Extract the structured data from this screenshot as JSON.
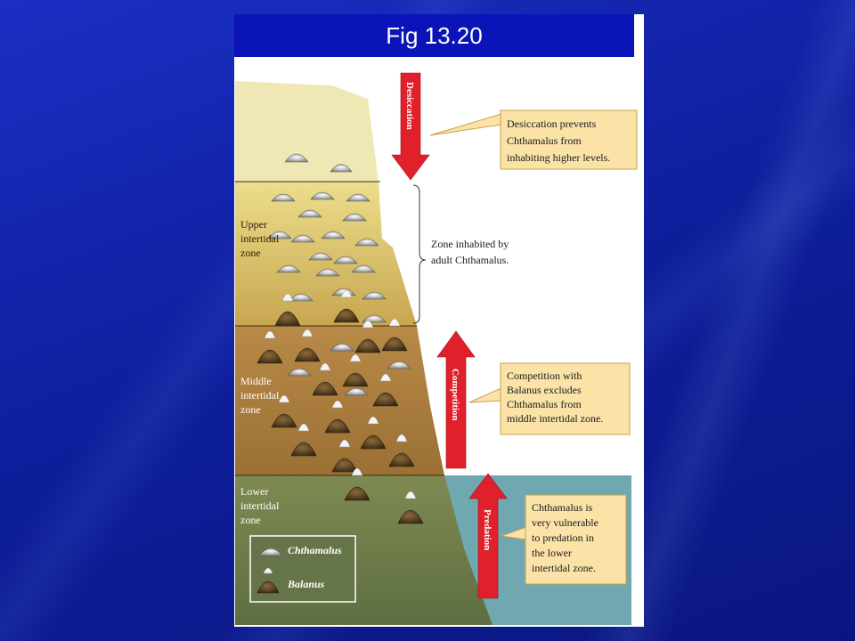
{
  "slide": {
    "title": "Fig 13.20"
  },
  "zones": {
    "upper": [
      "Upper",
      "intertidal",
      "zone"
    ],
    "middle": [
      "Middle",
      "intertidal",
      "zone"
    ],
    "lower": [
      "Lower",
      "intertidal",
      "zone"
    ]
  },
  "arrows": {
    "desiccation": "Desiccation",
    "competition": "Competition",
    "predation": "Predation"
  },
  "callouts": {
    "desiccation": [
      "Desiccation prevents",
      "Chthamalus from",
      "inhabiting higher levels."
    ],
    "zone_inhabited": [
      "Zone inhabited by",
      "adult Chthamalus."
    ],
    "competition": [
      "Competition with",
      "Balanus excludes",
      "Chthamalus from",
      "middle intertidal zone."
    ],
    "predation": [
      "Chthamalus is",
      "very vulnerable",
      "to predation in",
      "the lower",
      "intertidal zone."
    ]
  },
  "legend": {
    "chthamalus": "Chthamalus",
    "balanus": "Balanus"
  },
  "colors": {
    "arrow_red": "#e0202a",
    "callout_fill": "#fbe3a8",
    "callout_border": "#c9a24a",
    "water": "#6fa8b0"
  }
}
